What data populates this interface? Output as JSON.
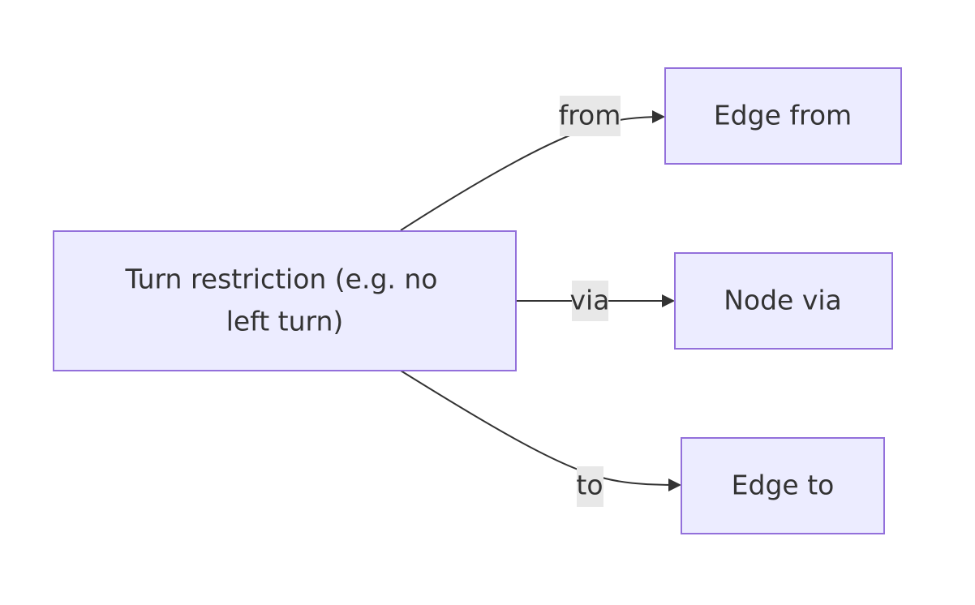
{
  "diagram": {
    "type": "flowchart",
    "direction": "left-to-right",
    "nodes": {
      "source": {
        "line1": "Turn restriction (e.g. no",
        "line2": "left turn)"
      },
      "edge_from": {
        "label": "Edge from"
      },
      "node_via": {
        "label": "Node via"
      },
      "edge_to": {
        "label": "Edge to"
      }
    },
    "edges": [
      {
        "from": "source",
        "to": "edge_from",
        "label": "from"
      },
      {
        "from": "source",
        "to": "node_via",
        "label": "via"
      },
      {
        "from": "source",
        "to": "edge_to",
        "label": "to"
      }
    ],
    "colors": {
      "node_fill": "#ECECFF",
      "node_stroke": "#9370DB",
      "edge": "#333333",
      "edge_label_bg": "#E8E8E8",
      "text": "#333333"
    }
  }
}
